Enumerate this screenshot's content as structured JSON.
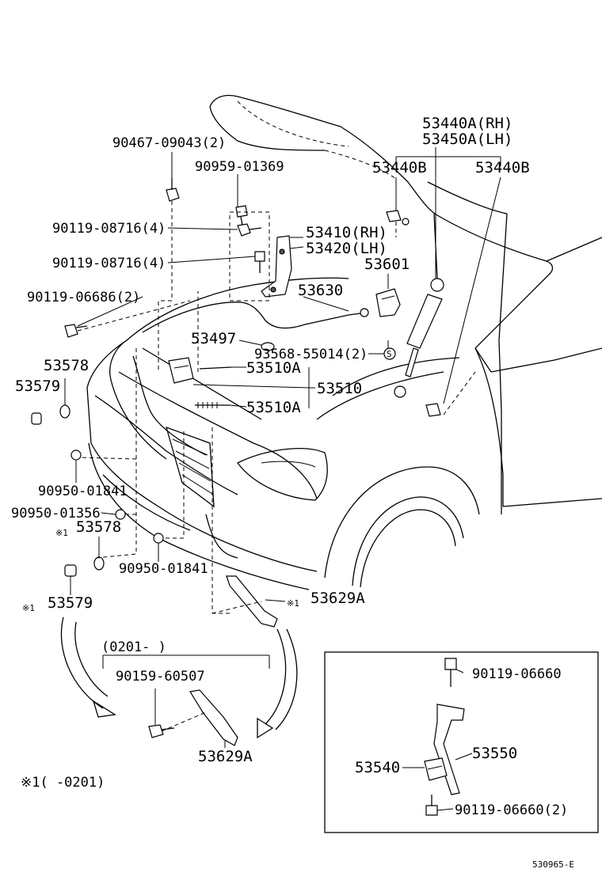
{
  "labels": {
    "p53440a": "53440A(RH)",
    "p53450a": "53450A(LH)",
    "p53440b_left": "53440B",
    "p53440b_right": "53440B",
    "p90467": "90467-09043(2)",
    "p90959": "90959-01369",
    "p90119_08716_a": "90119-08716(4)",
    "p90119_08716_b": "90119-08716(4)",
    "p53410": "53410(RH)",
    "p53420": "53420(LH)",
    "p53630": "53630",
    "p53601": "53601",
    "p90119_06686": "90119-06686(2)",
    "p53497": "53497",
    "p93568": "93568-55014(2)",
    "p_s": "S",
    "p53578_top": "53578",
    "p53579_top": "53579",
    "p53510a_top": "53510A",
    "p53510": "53510",
    "p53510a_bottom": "53510A",
    "p90950_01841_a": "90950-01841",
    "p90950_01356": "90950-01356",
    "mark_53578": "※1",
    "p53578_bottom": "53578",
    "p90950_01841_b": "90950-01841",
    "mark_53579": "※1",
    "p53579_bottom": "53579",
    "mark_53629": "※1",
    "p53629a_top": "53629A",
    "range_0201": "(0201-    )",
    "p90159": "90159-60507",
    "p53629a_bottom": "53629A",
    "footnote": "※1(    -0201)",
    "p90119_06660_a": "90119-06660",
    "p53550": "53550",
    "p53540": "53540",
    "p90119_06660_b": "90119-06660(2)",
    "catalog_code": "530965-E"
  }
}
